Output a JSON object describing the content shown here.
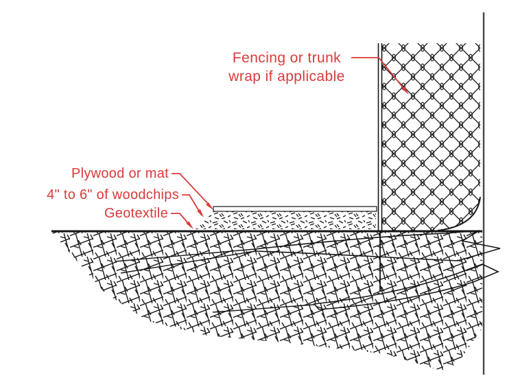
{
  "labels": {
    "fencing": {
      "line1": "Fencing or trunk",
      "line2": "wrap if applicable"
    },
    "plywood": {
      "text": "Plywood or mat"
    },
    "woodchips": {
      "text": "4\" to 6\" of woodchips"
    },
    "geotextile": {
      "text": "Geotextile"
    }
  },
  "colors": {
    "annotation_red": "#d93a3a",
    "line_dark": "#161616",
    "trunk_line_gray": "#474747",
    "background": "#ffffff"
  }
}
